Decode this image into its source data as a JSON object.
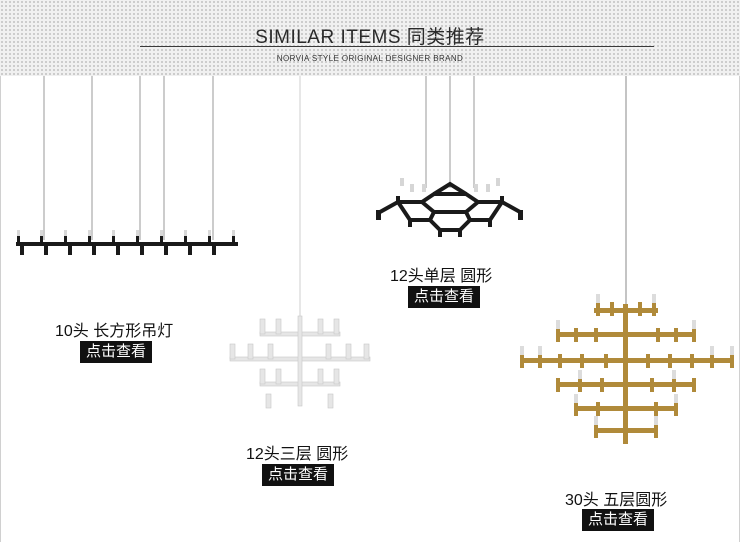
{
  "header": {
    "title": "SIMILAR ITEMS 同类推荐",
    "subtitle": "NORVIA STYLE ORIGINAL DESIGNER BRAND"
  },
  "products": [
    {
      "caption": "10头 长方形吊灯",
      "cta": "点击查看",
      "finish": "black",
      "color": "#1a1a1a"
    },
    {
      "caption": "12头三层 圆形",
      "cta": "点击查看",
      "finish": "white",
      "color": "#e8e8e8"
    },
    {
      "caption": "12头单层 圆形",
      "cta": "点击查看",
      "finish": "black",
      "color": "#1a1a1a"
    },
    {
      "caption": "30头 五层圆形",
      "cta": "点击查看",
      "finish": "gold",
      "color": "#b08a3a"
    }
  ]
}
